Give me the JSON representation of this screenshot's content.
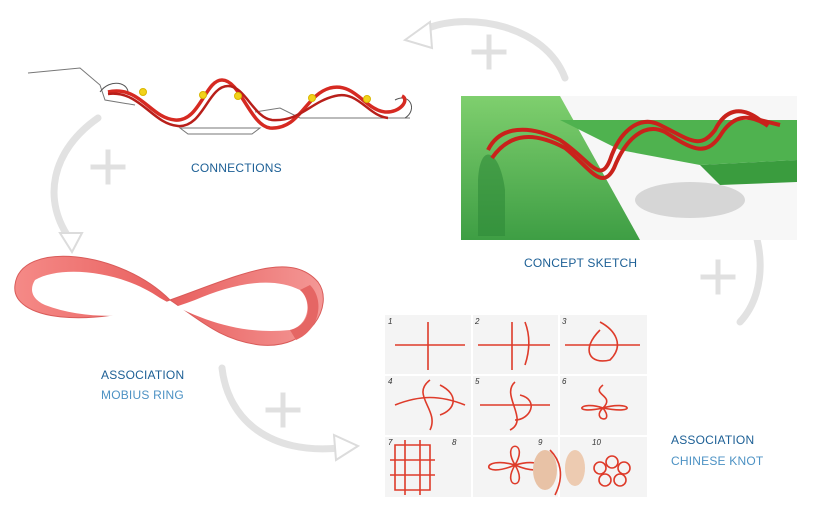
{
  "labels": {
    "connections": "CONNECTIONS",
    "concept_sketch": "CONCEPT SKETCH",
    "association_mobius_title": "ASSOCIATION",
    "association_mobius_sub": "MOBIUS RING",
    "association_knot_title": "ASSOCIATION",
    "association_knot_sub": "CHINESE KNOT"
  },
  "knot_steps": [
    "1",
    "2",
    "3",
    "4",
    "5",
    "6",
    "7",
    "8",
    "9",
    "10"
  ],
  "colors": {
    "label_dark": "#1c5f95",
    "label_light": "#4d92c4",
    "rope_red": "#d62a22",
    "mobius_pink": "#f07a78",
    "green": "#4db24d",
    "connector_gray": "#e3e3e3"
  },
  "icons": [
    "plus-icon",
    "arrow-icon"
  ]
}
